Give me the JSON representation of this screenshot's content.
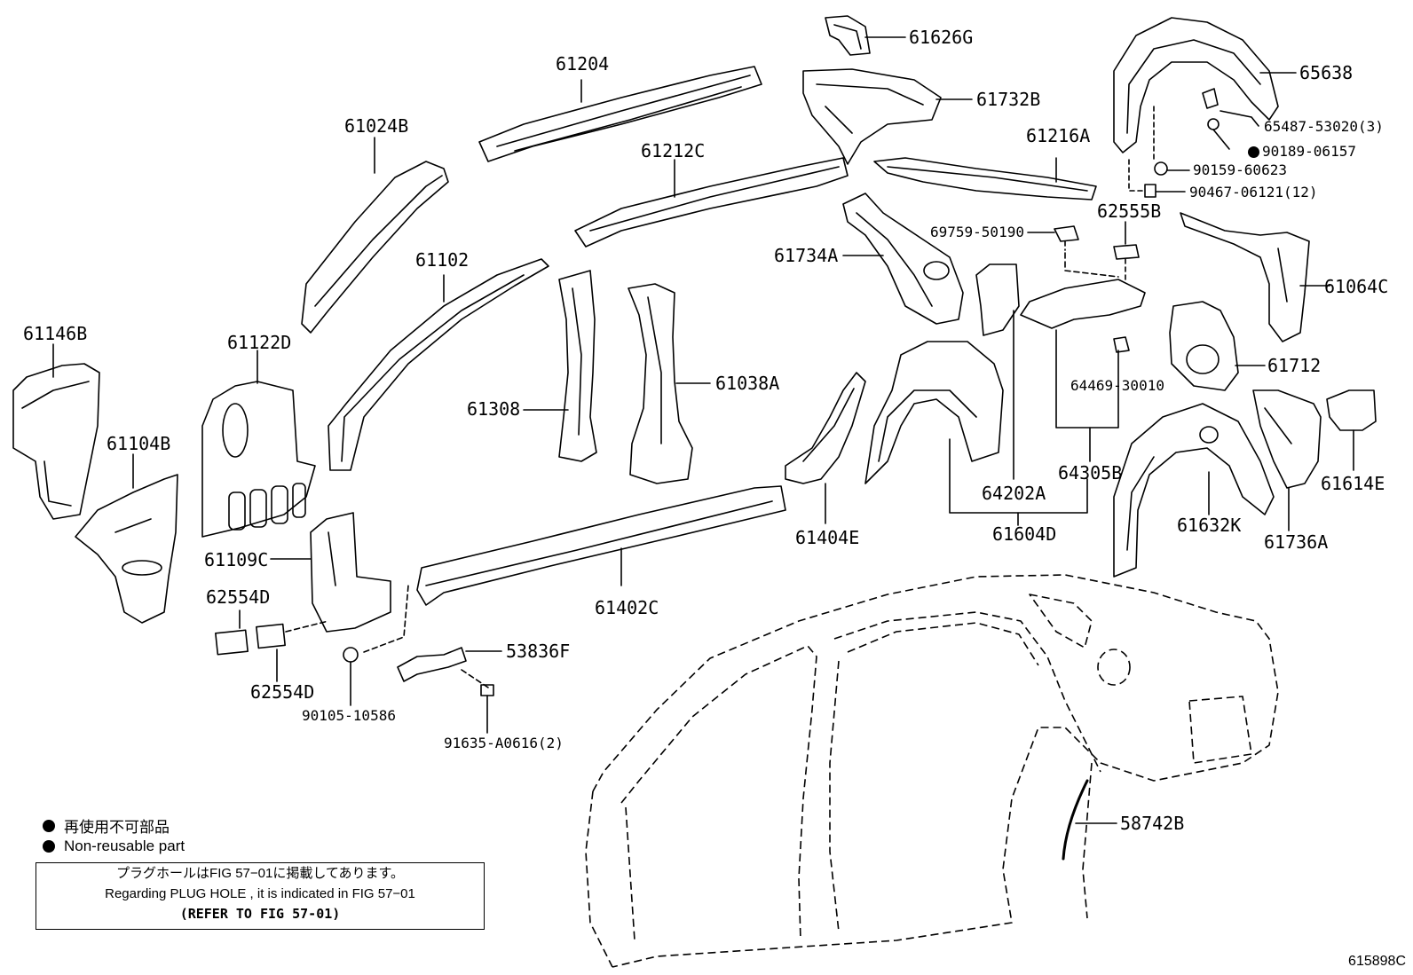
{
  "parts": [
    {
      "id": "61626G",
      "label": "61626G"
    },
    {
      "id": "65638",
      "label": "65638"
    },
    {
      "id": "61204",
      "label": "61204"
    },
    {
      "id": "61732B",
      "label": "61732B"
    },
    {
      "id": "65487-53020",
      "label": "65487-53020(3)"
    },
    {
      "id": "90189-06157",
      "label": "90189-06157"
    },
    {
      "id": "61024B",
      "label": "61024B"
    },
    {
      "id": "61212C",
      "label": "61212C"
    },
    {
      "id": "61216A",
      "label": "61216A"
    },
    {
      "id": "90159-60623",
      "label": "90159-60623"
    },
    {
      "id": "90467-06121",
      "label": "90467-06121(12)"
    },
    {
      "id": "62555B",
      "label": "62555B"
    },
    {
      "id": "69759-50190",
      "label": "69759-50190"
    },
    {
      "id": "61734A",
      "label": "61734A"
    },
    {
      "id": "61102",
      "label": "61102"
    },
    {
      "id": "61064C",
      "label": "61064C"
    },
    {
      "id": "61146B",
      "label": "61146B"
    },
    {
      "id": "61122D",
      "label": "61122D"
    },
    {
      "id": "61712",
      "label": "61712"
    },
    {
      "id": "61038A",
      "label": "61038A"
    },
    {
      "id": "64469-30010",
      "label": "64469-30010"
    },
    {
      "id": "61308",
      "label": "61308"
    },
    {
      "id": "61104B",
      "label": "61104B"
    },
    {
      "id": "61614E",
      "label": "61614E"
    },
    {
      "id": "64305B",
      "label": "64305B"
    },
    {
      "id": "64202A",
      "label": "64202A"
    },
    {
      "id": "61604D",
      "label": "61604D"
    },
    {
      "id": "61404E",
      "label": "61404E"
    },
    {
      "id": "61632K",
      "label": "61632K"
    },
    {
      "id": "61736A",
      "label": "61736A"
    },
    {
      "id": "61109C",
      "label": "61109C"
    },
    {
      "id": "62554D-a",
      "label": "62554D"
    },
    {
      "id": "61402C",
      "label": "61402C"
    },
    {
      "id": "53836F",
      "label": "53836F"
    },
    {
      "id": "62554D-b",
      "label": "62554D"
    },
    {
      "id": "90105-10586",
      "label": "90105-10586"
    },
    {
      "id": "91635-A0616",
      "label": "91635-A0616(2)"
    },
    {
      "id": "58742B",
      "label": "58742B"
    }
  ],
  "legend": {
    "jp": "再使用不可部品",
    "en": "Non-reusable part"
  },
  "note": {
    "line1": "プラグホールはFIG 57−01に掲載してあります。",
    "line2": "Regarding PLUG HOLE , it is indicated in FIG 57−01",
    "line3": "(REFER TO FIG 57-01)"
  },
  "diagram_id": "615898C"
}
